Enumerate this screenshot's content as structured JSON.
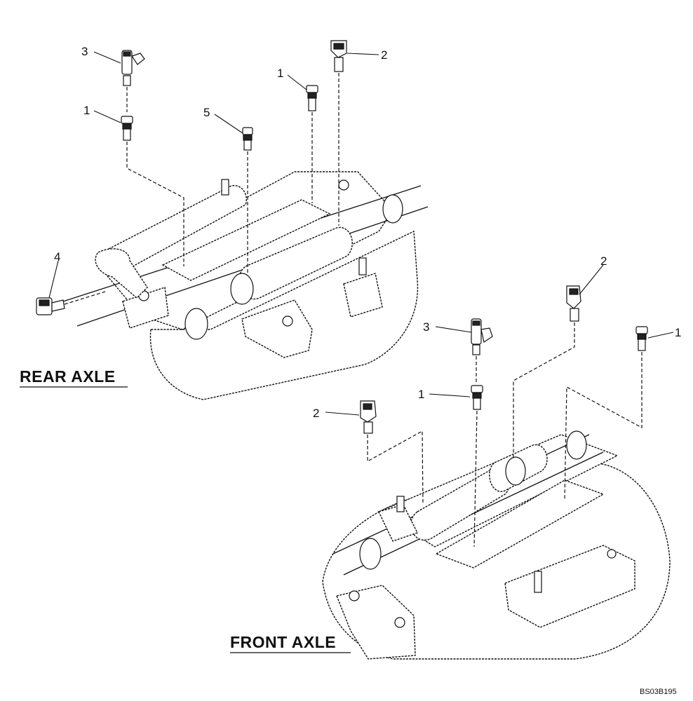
{
  "sections": {
    "rear_axle": {
      "title": "REAR AXLE",
      "callouts": [
        "3",
        "1",
        "5",
        "1",
        "2",
        "4"
      ]
    },
    "front_axle": {
      "title": "FRONT AXLE",
      "callouts": [
        "2",
        "3",
        "1",
        "1",
        "2"
      ]
    }
  },
  "reference_code": "BS03B195"
}
